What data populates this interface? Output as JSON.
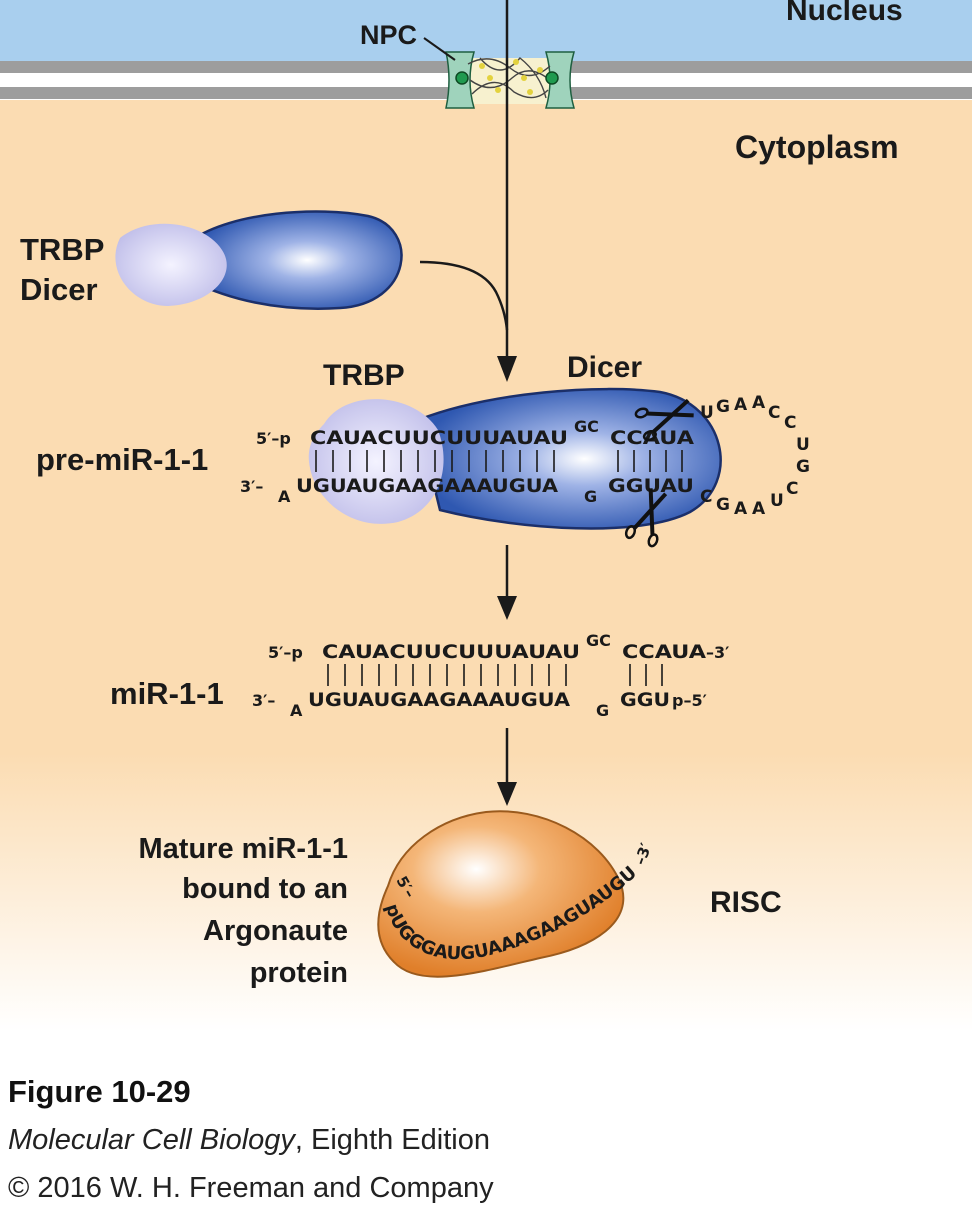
{
  "labels": {
    "npc": "NPC",
    "nucleus": "Nucleus",
    "cytoplasm": "Cytoplasm",
    "trbp_dicer_line1": "TRBP",
    "trbp_dicer_line2": "Dicer",
    "trbp": "TRBP",
    "dicer": "Dicer",
    "pre_mir": "pre-miR-1-1",
    "mir": "miR-1-1",
    "mature_line1": "Mature miR-1-1",
    "mature_line2": "bound to an",
    "mature_line3": "Argonaute",
    "mature_line4": "protein",
    "risc": "RISC"
  },
  "pre_mir_sequence": {
    "top_prefix": "5′–p",
    "top_stem": "CAUACUUCUUUAUAU",
    "top_bulge": "GC",
    "top_stem2": "CCAUA",
    "loop": [
      "U",
      "G",
      "A",
      "A",
      "C",
      "C",
      "U",
      "G",
      "C",
      "U",
      "A",
      "A",
      "G",
      "C"
    ],
    "bottom_prefix": "3′–",
    "bottom_overhang": "A",
    "bottom_stem": "UGUAUGAAGAAAUGUA",
    "bottom_bulge": "G",
    "bottom_stem2": "GGUAU"
  },
  "mir_duplex": {
    "top_prefix": "5′–p",
    "top_stem": "CAUACUUCUUUAUAU",
    "top_bulge": "GC",
    "top_stem2": "CCAUA",
    "top_suffix": "–3′",
    "bottom_prefix": "3′–",
    "bottom_overhang": "A",
    "bottom_stem": "UGUAUGAAGAAAUGUA",
    "bottom_bulge": "G",
    "bottom_stem2": "GGU",
    "bottom_suffix": "p–5′"
  },
  "mature_sequence": {
    "start": "5′–",
    "sequence": "pUGGGAUGUAAAGAAGUAUGUA",
    "end": "–3′"
  },
  "caption": {
    "figure": "Figure 10-29",
    "book_title": "Molecular Cell Biology",
    "book_edition": ", Eighth Edition",
    "copyright": "© 2016 W. H. Freeman and Company"
  },
  "colors": {
    "nucleus": "#a9cfee",
    "cytoplasm": "#fbdcb2",
    "dicer": "#3d64b8",
    "trbp": "#c5c3ec",
    "argonaute": "#e8893a"
  }
}
